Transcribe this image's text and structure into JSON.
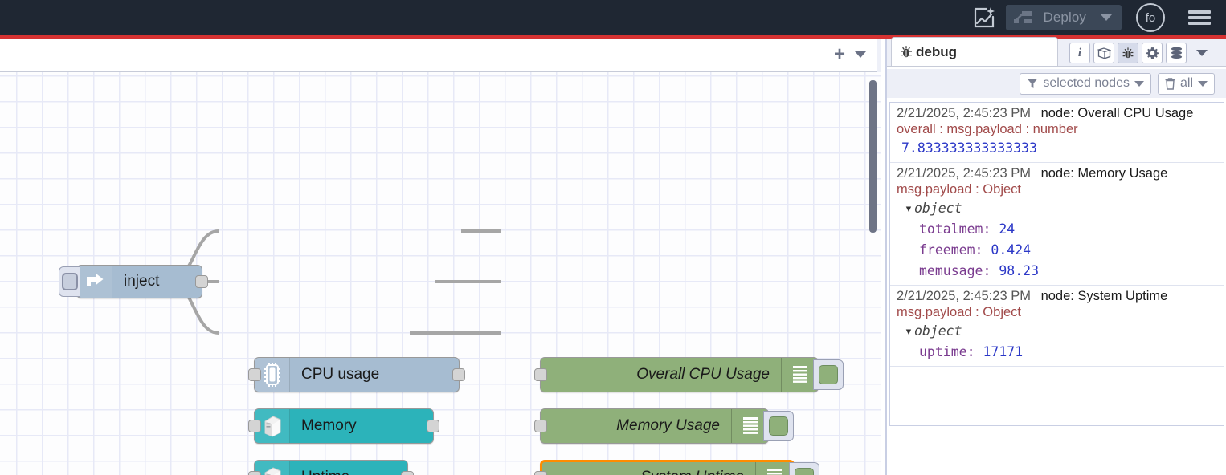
{
  "header": {
    "ai_flow_icon": "ai-flow-icon",
    "deploy_label": "Deploy",
    "deploy_caret_icon": "chevron-down-icon",
    "avatar_initials": "fo",
    "menu_icon": "hamburger-menu-icon",
    "accent_red": "#d63232",
    "background": "#1f2733"
  },
  "canvas_tabbar": {
    "add_flow_label": "+",
    "flow_menu_caret_icon": "chevron-down-icon"
  },
  "flow": {
    "nodes": [
      {
        "id": "inject",
        "name": "inject",
        "type": "inject",
        "color": "#a6bcd1",
        "icon": "inject-arrow-icon",
        "label_align": "left",
        "italic": false
      },
      {
        "id": "cpu-usage",
        "name": "CPU usage",
        "type": "cpu",
        "color": "#a6bcd1",
        "icon": "cpu-chip-icon",
        "label_align": "left",
        "italic": false
      },
      {
        "id": "memory",
        "name": "Memory",
        "type": "memory",
        "color": "#2cb3ba",
        "icon": "server-box-icon",
        "label_align": "left",
        "italic": false
      },
      {
        "id": "uptime",
        "name": "Uptime",
        "type": "uptime",
        "color": "#2cb3ba",
        "icon": "server-box-icon",
        "label_align": "left",
        "italic": false
      },
      {
        "id": "overall-cpu",
        "name": "Overall CPU Usage",
        "type": "debug",
        "color": "#8fb07a",
        "icon": "debug-lines-icon",
        "label_align": "right",
        "italic": true
      },
      {
        "id": "memory-usage",
        "name": "Memory Usage",
        "type": "debug",
        "color": "#8fb07a",
        "icon": "debug-lines-icon",
        "label_align": "right",
        "italic": true
      },
      {
        "id": "system-uptime",
        "name": "System Uptime",
        "type": "debug",
        "color": "#8fb07a",
        "icon": "debug-lines-icon",
        "label_align": "right",
        "italic": true,
        "selected": true
      }
    ],
    "selection_color": "#ff8c00"
  },
  "sidebar": {
    "tab_label": "debug",
    "tab_icon": "bug-icon",
    "tool_icons": [
      {
        "name": "info-icon",
        "glyph": "i",
        "active": false
      },
      {
        "name": "help-book-icon",
        "glyph": "▤",
        "active": false
      },
      {
        "name": "bug-icon",
        "glyph": "☣",
        "active": true
      },
      {
        "name": "gear-icon",
        "glyph": "⚙",
        "active": false
      },
      {
        "name": "context-stack-icon",
        "glyph": "≣",
        "active": false
      }
    ],
    "more_caret_icon": "chevron-down-icon",
    "filters": {
      "node_filter_label": "selected nodes",
      "node_filter_icon": "funnel-icon",
      "clear_label": "all",
      "clear_icon": "trash-icon"
    },
    "messages": [
      {
        "time": "2/21/2025, 2:45:23 PM",
        "node": "node: Overall CPU Usage",
        "topic": "overall : msg.payload : number",
        "kind": "value",
        "value": "7.833333333333333"
      },
      {
        "time": "2/21/2025, 2:45:23 PM",
        "node": "node: Memory Usage",
        "topic": "msg.payload : Object",
        "kind": "object",
        "object_label": "object",
        "properties": [
          {
            "key": "totalmem",
            "value": "24"
          },
          {
            "key": "freemem",
            "value": "0.424"
          },
          {
            "key": "memusage",
            "value": "98.23"
          }
        ]
      },
      {
        "time": "2/21/2025, 2:45:23 PM",
        "node": "node: System Uptime",
        "topic": "msg.payload : Object",
        "kind": "object",
        "object_label": "object",
        "properties": [
          {
            "key": "uptime",
            "value": "17171"
          }
        ]
      }
    ]
  }
}
